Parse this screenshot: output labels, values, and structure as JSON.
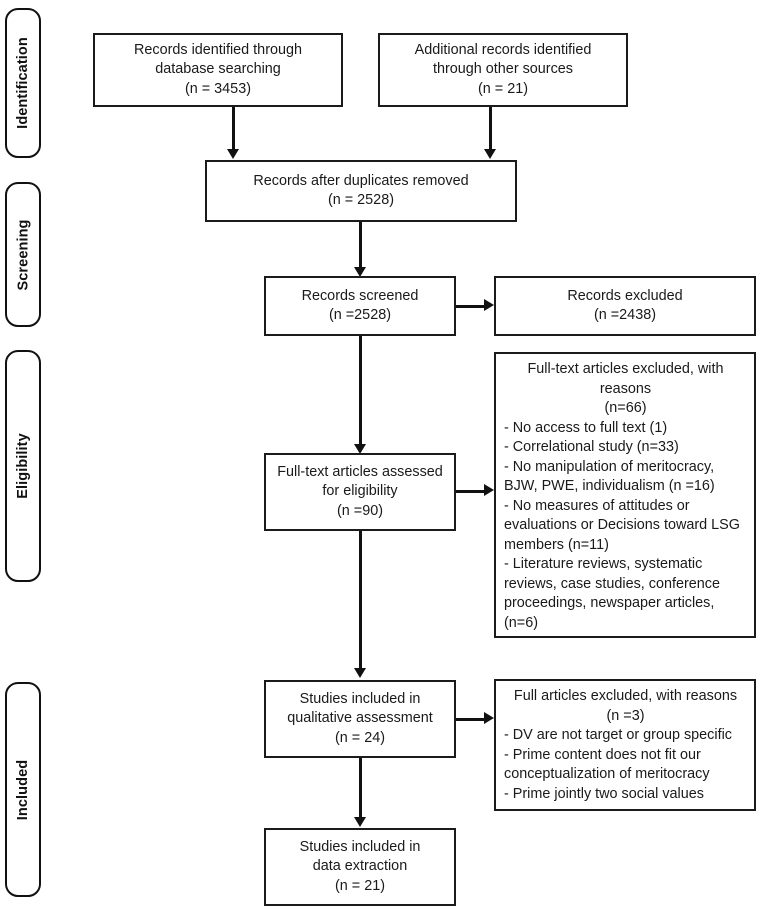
{
  "diagram": {
    "title": "PRISMA study selection flow diagram",
    "accent_color": "#111111",
    "box_border_color": "#1b1b1b",
    "background": "#ffffff"
  },
  "stages": [
    {
      "id": "identification",
      "label": "Identification"
    },
    {
      "id": "screening",
      "label": "Screening"
    },
    {
      "id": "eligibility",
      "label": "Eligibility"
    },
    {
      "id": "included",
      "label": "Included"
    }
  ],
  "boxes": {
    "records_identified": {
      "lines": [
        "Records identified through",
        "database searching",
        "(n = 3453)"
      ]
    },
    "additional_records": {
      "lines": [
        "Additional records identified",
        "through other sources",
        "(n = 21)"
      ]
    },
    "duplicates_removed": {
      "lines": [
        "Records after duplicates removed",
        "(n = 2528)"
      ]
    },
    "records_screened": {
      "lines": [
        "Records screened",
        "(n =2528)"
      ]
    },
    "records_excluded": {
      "lines": [
        "Records excluded",
        "(n =2438)"
      ]
    },
    "fulltext_assessed": {
      "lines": [
        "Full-text articles assessed",
        "for eligibility",
        "(n =90)"
      ]
    },
    "fulltext_excluded": {
      "head": [
        "Full-text articles excluded, with",
        "reasons",
        "(n=66)"
      ],
      "reasons": [
        "- No access to full text (1)",
        "- Correlational study (n=33)",
        "- No manipulation of meritocracy, BJW, PWE, individualism (n =16)",
        "- No measures of attitudes or evaluations or Decisions toward LSG members (n=11)",
        "- Literature reviews, systematic reviews, case studies, conference proceedings, newspaper articles, (n=6)"
      ]
    },
    "qualitative_assessment": {
      "lines": [
        "Studies included in",
        "qualitative assessment",
        "(n = 24)"
      ]
    },
    "full_articles_excluded": {
      "head": [
        "Full articles excluded, with reasons",
        "(n =3)"
      ],
      "reasons": [
        "- DV are not target or group specific",
        "- Prime content does not fit our conceptualization of meritocracy",
        "- Prime jointly two social values"
      ]
    },
    "data_extraction": {
      "lines": [
        "Studies included in",
        "data extraction",
        "(n = 21)"
      ]
    }
  }
}
